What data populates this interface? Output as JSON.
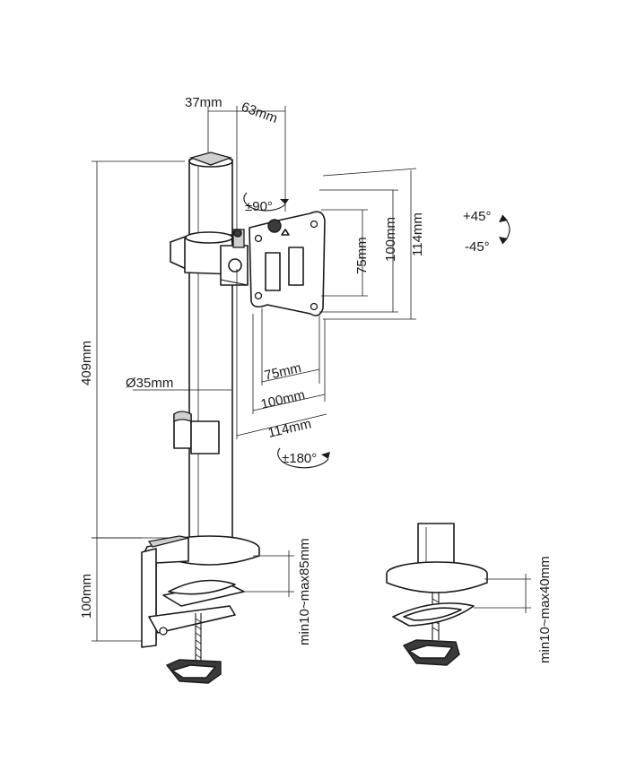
{
  "labels": {
    "offset_37": "37mm",
    "offset_63": "63mm",
    "height_409": "409mm",
    "pole_diameter": "Ø35mm",
    "rotate_90": "±90°",
    "rotate_180": "±180°",
    "tilt_up": "+45°",
    "tilt_down": "-45°",
    "vesa_v_75": "75mm",
    "vesa_v_100": "100mm",
    "vesa_v_114": "114mm",
    "vesa_h_75": "75mm",
    "vesa_h_100": "100mm",
    "vesa_h_114": "114mm",
    "clamp_height_100": "100mm",
    "clamp_range": "min10~max85mm",
    "grommet_range": "min10~max40mm"
  }
}
